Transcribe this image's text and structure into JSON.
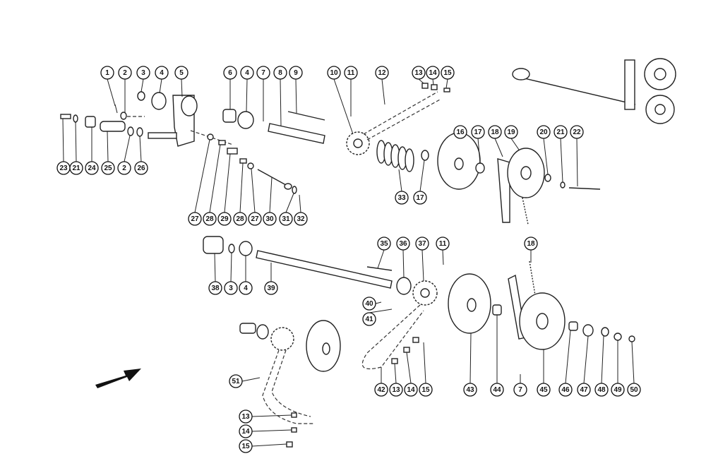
{
  "diagram": {
    "type": "exploded-parts-diagram",
    "callouts": [
      "1",
      "2",
      "3",
      "4",
      "5",
      "6",
      "4",
      "7",
      "8",
      "9",
      "10",
      "11",
      "12",
      "13",
      "14",
      "15",
      "23",
      "21",
      "24",
      "25",
      "2",
      "26",
      "27",
      "28",
      "29",
      "28",
      "27",
      "30",
      "31",
      "32",
      "16",
      "17",
      "18",
      "19",
      "20",
      "21",
      "22",
      "33",
      "17",
      "35",
      "36",
      "37",
      "11",
      "18",
      "38",
      "3",
      "4",
      "39",
      "40",
      "41",
      "51",
      "42",
      "13",
      "14",
      "15",
      "43",
      "44",
      "7",
      "45",
      "46",
      "47",
      "48",
      "49",
      "50",
      "13",
      "14",
      "15"
    ]
  }
}
